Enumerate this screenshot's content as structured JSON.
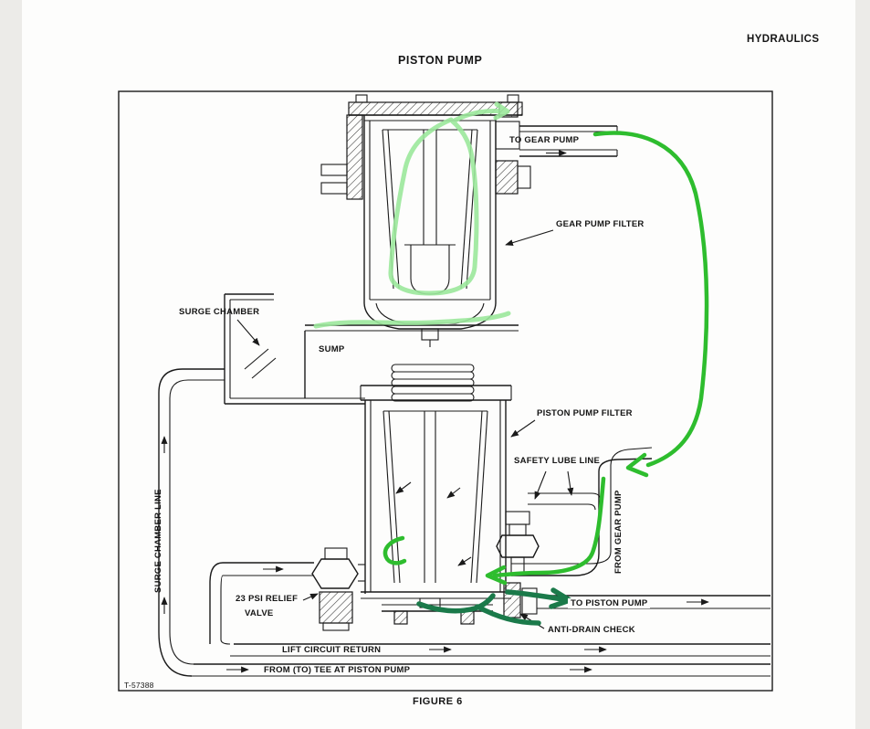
{
  "page": {
    "header": "HYDRAULICS",
    "title": "PISTON PUMP",
    "figure_caption": "FIGURE 6",
    "drawing_number": "T-57388"
  },
  "labels": {
    "to_gear_pump": "TO GEAR PUMP",
    "gear_pump_filter": "GEAR PUMP FILTER",
    "surge_chamber": "SURGE CHAMBER",
    "sump": "SUMP",
    "piston_pump_filter": "PISTON PUMP FILTER",
    "safety_lube_line": "SAFETY LUBE LINE",
    "from_gear_pump": "FROM GEAR PUMP",
    "relief_valve_line1": "23 PSI RELIEF",
    "relief_valve_line2": "VALVE",
    "to_piston_pump": "TO PISTON PUMP",
    "anti_drain_check": "ANTI-DRAIN CHECK",
    "lift_circuit_return": "LIFT CIRCUIT RETURN",
    "from_to_tee": "FROM (TO) TEE AT PISTON PUMP",
    "surge_chamber_line": "SURGE CHAMBER LINE"
  },
  "colors": {
    "ink": "#1a1a1a",
    "paper": "#fdfdfc",
    "annotation_light_green": "#9ce89c",
    "annotation_bright_green": "#2ebd2e",
    "annotation_dark_green": "#1b7a4a"
  }
}
